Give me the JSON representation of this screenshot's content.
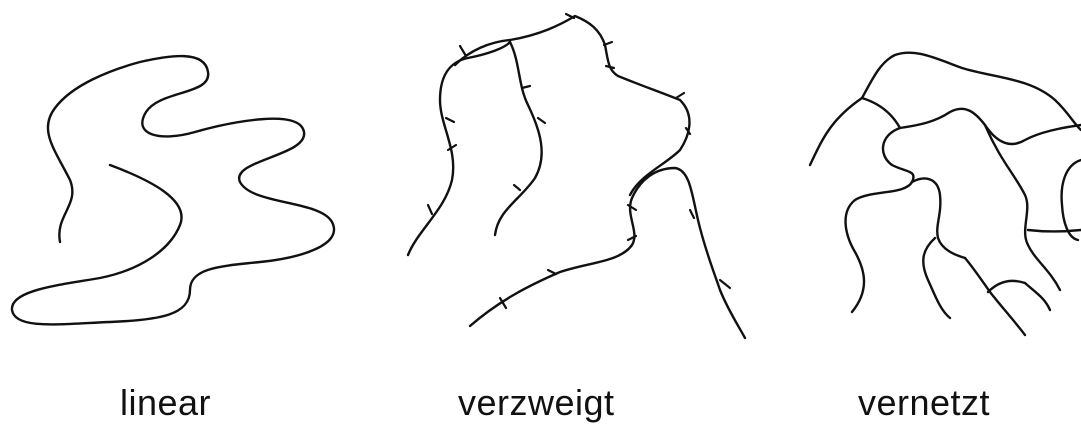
{
  "figure": {
    "panels": [
      {
        "id": "linear",
        "label": "linear"
      },
      {
        "id": "branched",
        "label": "verzweigt"
      },
      {
        "id": "crosslinked",
        "label": "vernetzt"
      }
    ],
    "stroke_color": "#111111",
    "background": "#ffffff"
  }
}
